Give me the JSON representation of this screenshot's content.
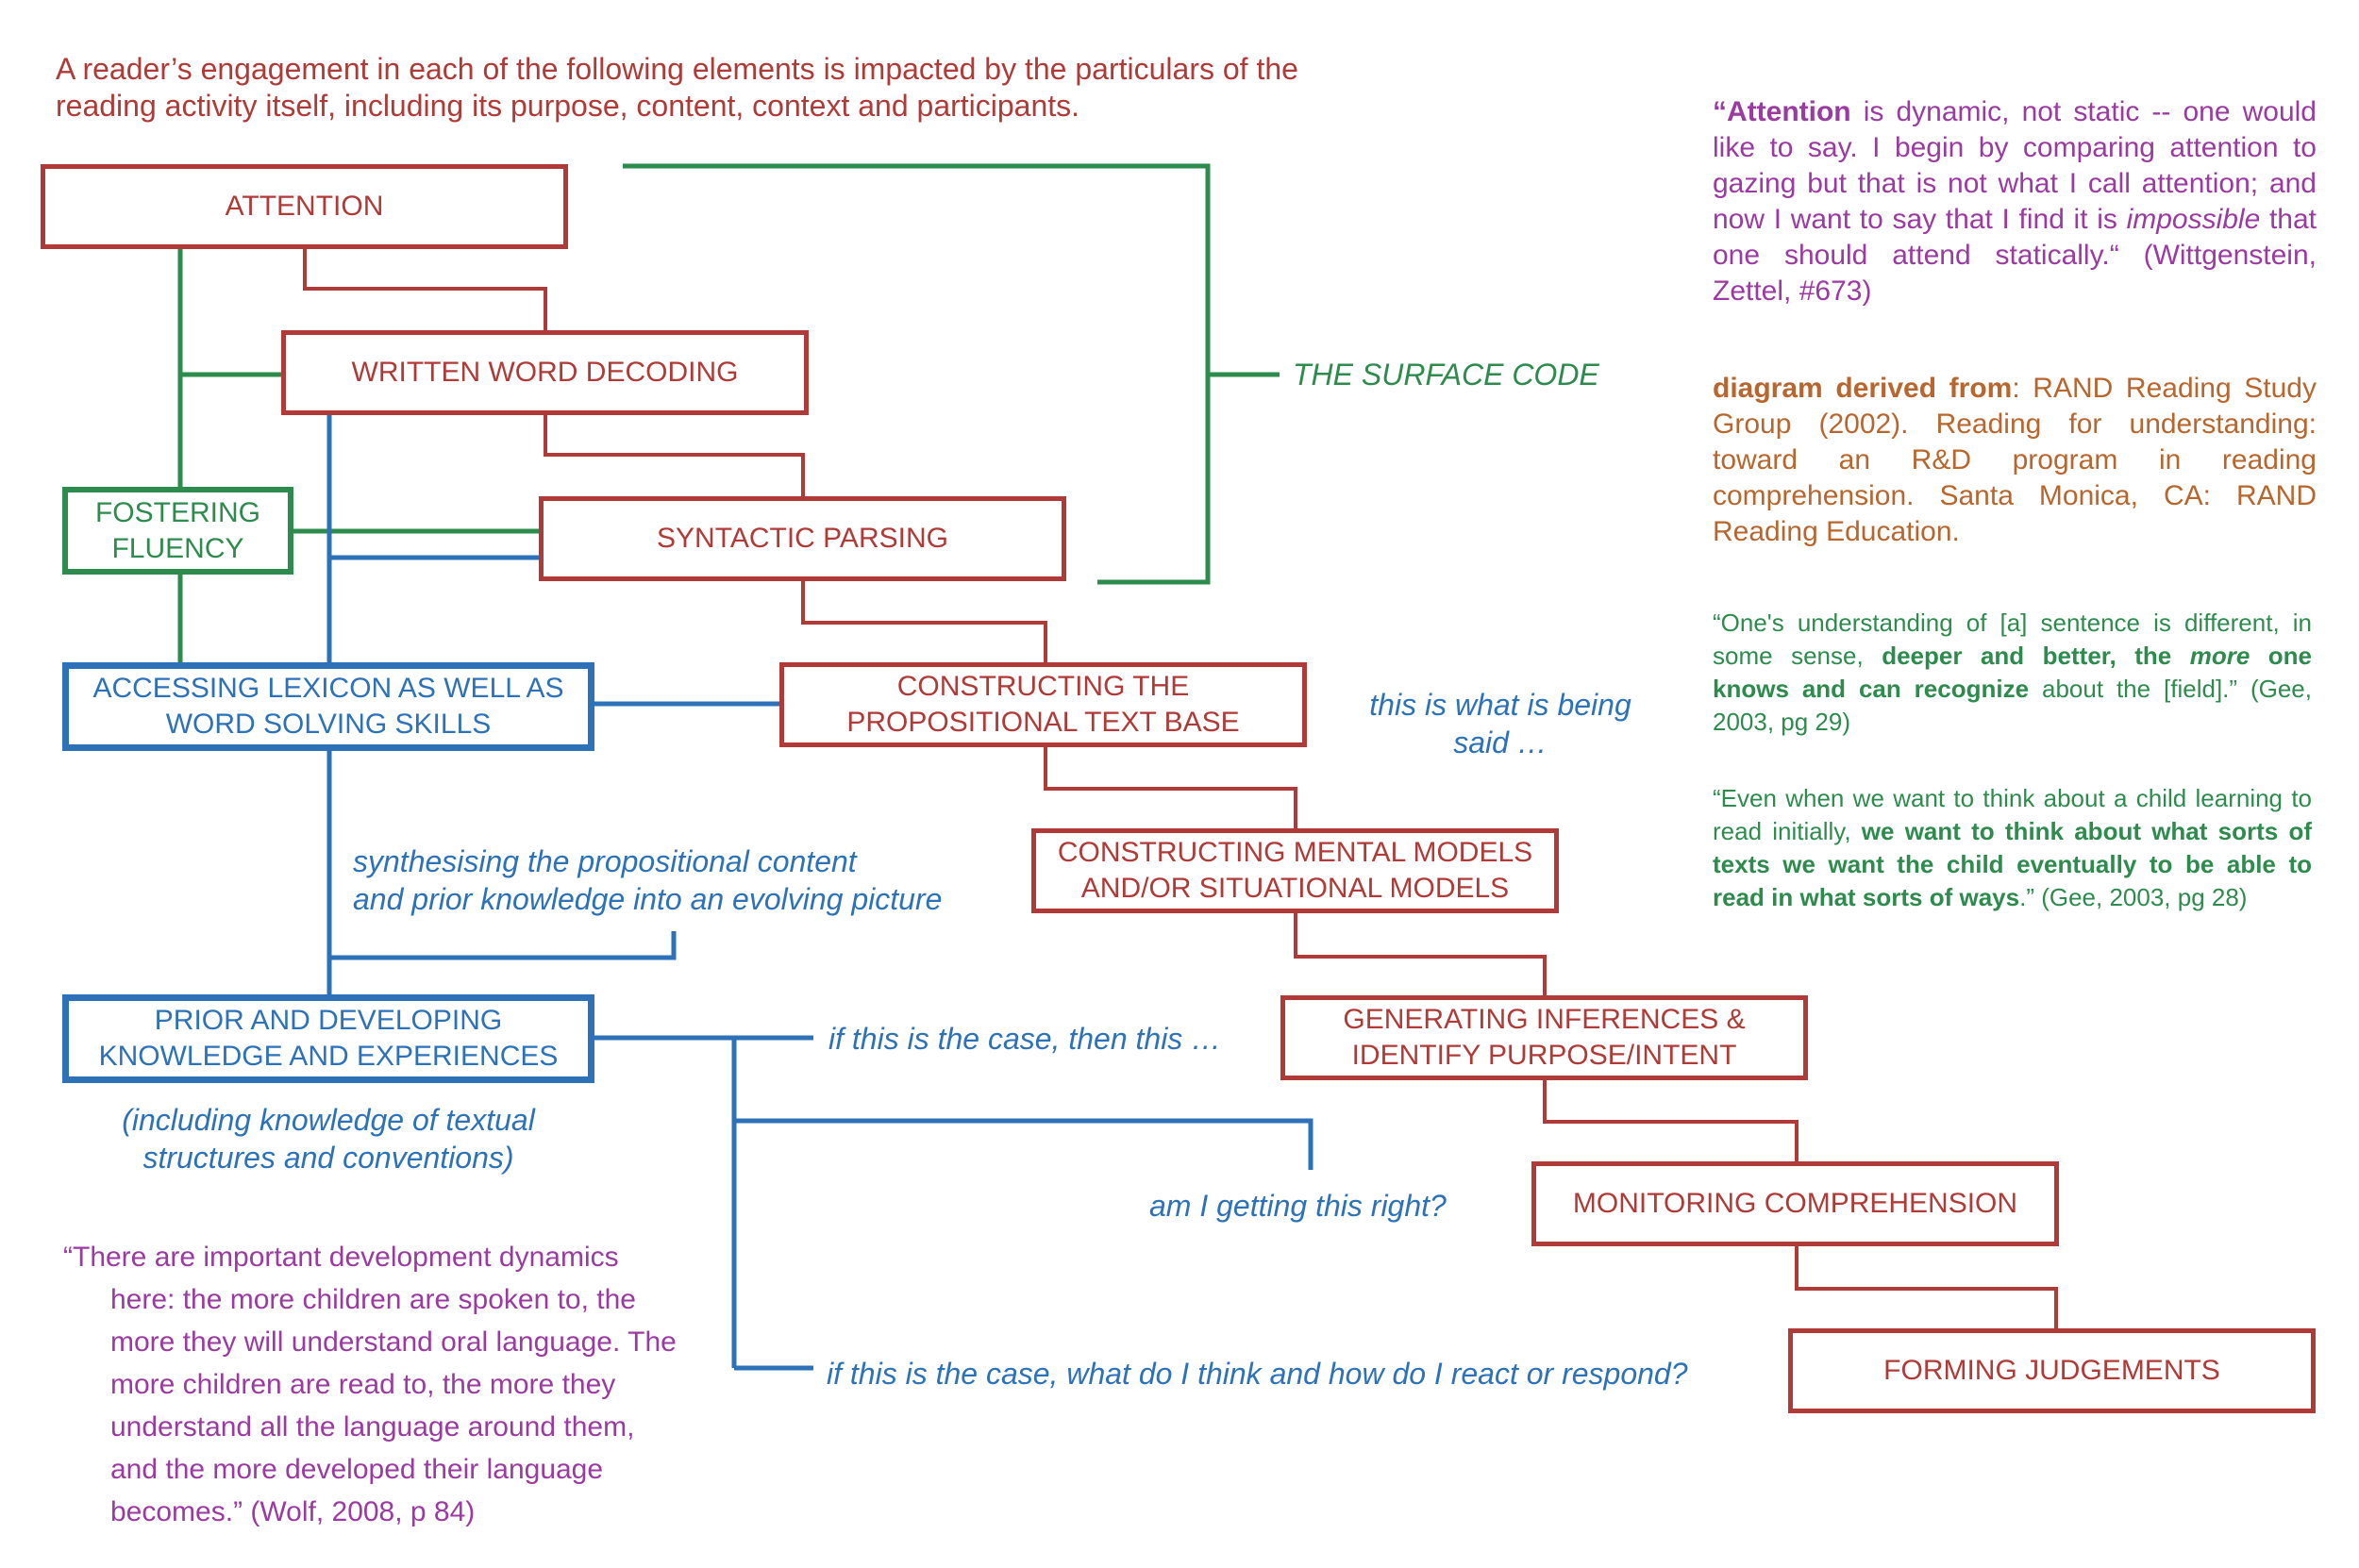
{
  "intro": {
    "line1": "A reader’s engagement in each of the following elements is impacted by the particulars of the",
    "line2": "reading activity itself, including its purpose, content, context and participants."
  },
  "boxes": {
    "attention": "ATTENTION",
    "decoding": "WRITTEN WORD DECODING",
    "fluency_l1": "FOSTERING",
    "fluency_l2": "FLUENCY",
    "parsing": "SYNTACTIC PARSING",
    "lexicon_l1": "ACCESSING LEXICON AS WELL AS",
    "lexicon_l2": "WORD SOLVING SKILLS",
    "textbase_l1": "CONSTRUCTING THE",
    "textbase_l2": "PROPOSITIONAL TEXT BASE",
    "models_l1": "CONSTRUCTING MENTAL MODELS",
    "models_l2": "AND/OR SITUATIONAL MODELS",
    "prior_l1": "PRIOR AND DEVELOPING",
    "prior_l2": "KNOWLEDGE AND EXPERIENCES",
    "inferences_l1": "GENERATING INFERENCES &",
    "inferences_l2": "IDENTIFY PURPOSE/INTENT",
    "monitoring": "MONITORING COMPREHENSION",
    "judgements": "FORMING JUDGEMENTS"
  },
  "notes": {
    "surface_code": "THE SURFACE CODE",
    "being_said_l1": "this is what is being",
    "being_said_l2": "said …",
    "synth_l1": "synthesising the propositional content",
    "synth_l2": "and prior knowledge into an evolving picture",
    "if_then": "if this is the case, then this …",
    "getting_right": "am I getting this right?",
    "react": "if this is the case, what do I think and how do I react or respond?",
    "including_l1": "(including knowledge of textual",
    "including_l2": "structures and conventions)"
  },
  "quotes": {
    "wittgenstein_bold": "“Attention",
    "wittgenstein_a": " is dynamic, not static -- one would like to say. I begin by comparing attention to gazing but that is not what I call attention; and now I want to say that I find it is ",
    "wittgenstein_em": "impossible",
    "wittgenstein_b": " that one should attend statically.“ (Wittgenstein, Zettel, #673)",
    "rand_bold": "diagram derived from",
    "rand_rest": ": RAND Reading Study Group (2002). Reading for understanding: toward an R&D program in reading comprehension. Santa Monica, CA: RAND Reading Education.",
    "gee1_a": "“One's understanding of [a] sentence is different, in some sense, ",
    "gee1_bold1": "deeper and better, the ",
    "gee1_bold_em": "more",
    "gee1_bold2": " one knows and can recognize",
    "gee1_b": " about the [field].” (Gee, 2003, pg 29)",
    "gee2_a": "“Even when we want to think about a child learning to read initially, ",
    "gee2_bold": "we want to think about what sorts of texts we want the child eventually to be able to read in what sorts of ways",
    "gee2_b": ".” (Gee, 2003, pg 28)",
    "wolf": "“There are important development dynamics here: the more children are spoken to, the more they will understand oral language. The more children are read to, the more they understand all the language around them, and the more developed their language becomes.” (Wolf, 2008, p 84)"
  },
  "colors": {
    "red": "#b03a37",
    "blue": "#2d72b8",
    "green": "#2e8b4e",
    "purple": "#9b3aa1",
    "orange": "#b8662e"
  }
}
